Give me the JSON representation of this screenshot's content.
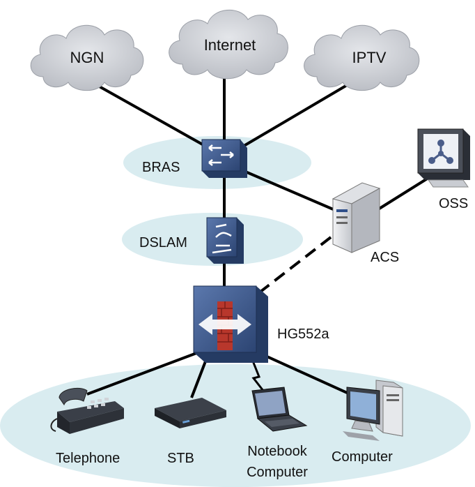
{
  "labels": {
    "ngn": "NGN",
    "internet": "Internet",
    "iptv": "IPTV",
    "bras": "BRAS",
    "dslam": "DSLAM",
    "oss": "OSS",
    "acs": "ACS",
    "hg552a": "HG552a",
    "telephone": "Telephone",
    "stb": "STB",
    "notebook_line1": "Notebook",
    "notebook_line2": "Computer",
    "computer": "Computer"
  },
  "colors": {
    "cloud_fill": "#c9ccd2",
    "ellipse_fill": "#d9ecf0",
    "device_blue": "#3c5a8e",
    "device_dark": "#253b63",
    "firewall_red": "#b8372c",
    "link": "#000000"
  },
  "icons": [
    "cloud-icon",
    "router-icon",
    "dslam-icon",
    "gateway-firewall-icon",
    "server-icon",
    "monitor-icon",
    "telephone-icon",
    "set-top-box-icon",
    "laptop-icon",
    "desktop-computer-icon"
  ]
}
